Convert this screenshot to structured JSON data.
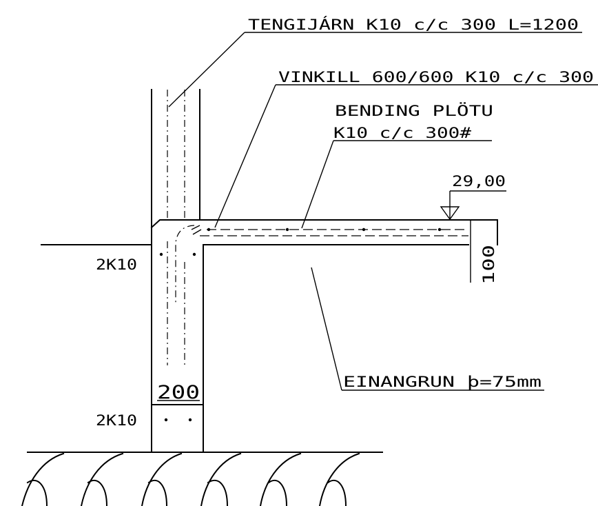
{
  "labels": {
    "tie_rebar": "TENGIJÁRN K10 c/c 300 L=1200",
    "angle_bar": "VINKILL 600/600 K10 c/c 300",
    "slab_rebar_line1": "BENDING PLÖTU",
    "slab_rebar_line2": "K10 c/c 300#",
    "elevation": "29,00",
    "slab_thickness": "100",
    "insulation": "EINANGRUN þ=75mm",
    "wall_width": "200",
    "upper_rebar": "2K10",
    "footing_rebar": "2K10"
  },
  "colors": {
    "line": "#000000",
    "background": "#ffffff"
  }
}
